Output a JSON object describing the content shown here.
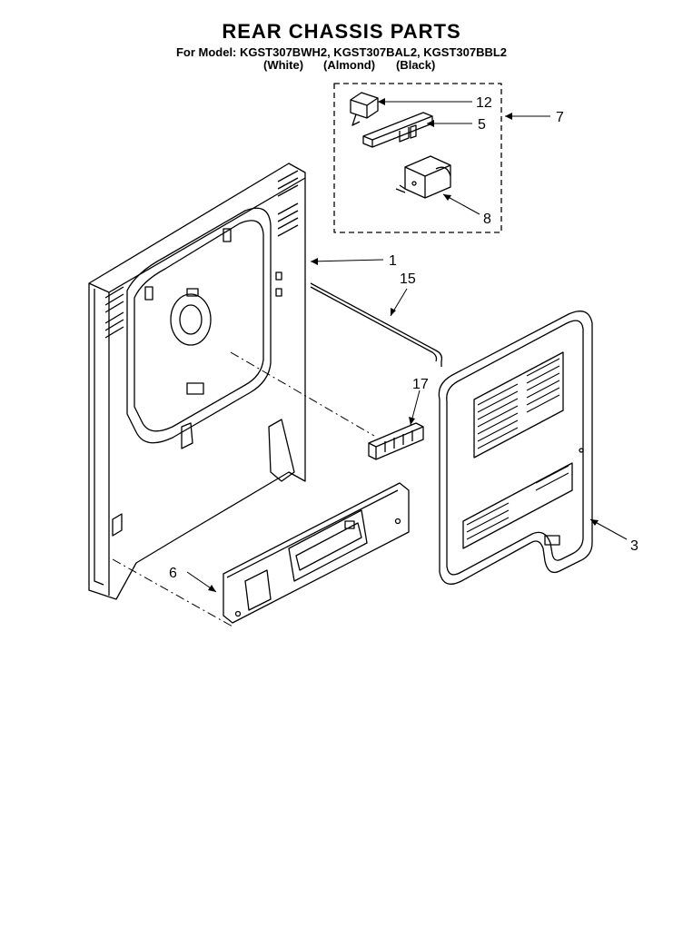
{
  "header": {
    "title": "REAR CHASSIS PARTS",
    "models": "For Model: KGST307BWH2, KGST307BAL2, KGST307BBL2",
    "finishes": [
      "(White)",
      "(Almond)",
      "(Black)"
    ]
  },
  "callouts": {
    "c1": "1",
    "c3": "3",
    "c5": "5",
    "c6": "6",
    "c7": "7",
    "c8": "8",
    "c12": "12",
    "c15": "15",
    "c17": "17"
  }
}
